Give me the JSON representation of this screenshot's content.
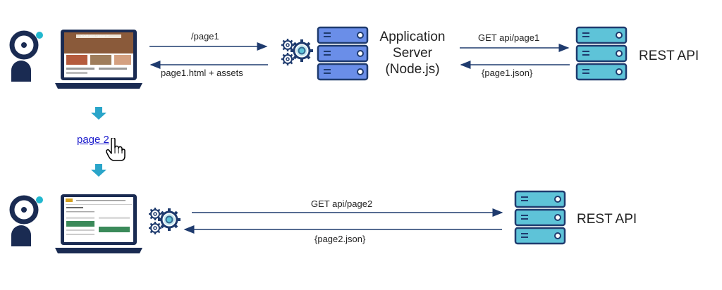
{
  "top_flow": {
    "request_label": "/page1",
    "response_label": "page1.html + assets",
    "app_server_label": [
      "Application",
      "Server",
      "(Node.js)"
    ],
    "api_request_label": "GET api/page1",
    "api_response_label": "{page1.json}",
    "api_label": "REST API",
    "screen_title": "YOUR ADS \"QUALITY\""
  },
  "navigation": {
    "link_text": "page 2"
  },
  "bottom_flow": {
    "api_request_label": "GET api/page2",
    "api_response_label": "{page2.json}",
    "api_label": "REST API"
  },
  "colors": {
    "arrow": "#1f3b6e",
    "server_blue": "#6a8ee8",
    "server_teal": "#5ec3d8",
    "user_navy": "#1a2b52",
    "user_accent": "#22b8cf",
    "down_arrow": "#2aa5c9"
  },
  "icons": [
    "user-icon",
    "laptop-icon",
    "gears-icon",
    "server-icon",
    "down-arrow-icon",
    "hand-cursor-icon"
  ]
}
